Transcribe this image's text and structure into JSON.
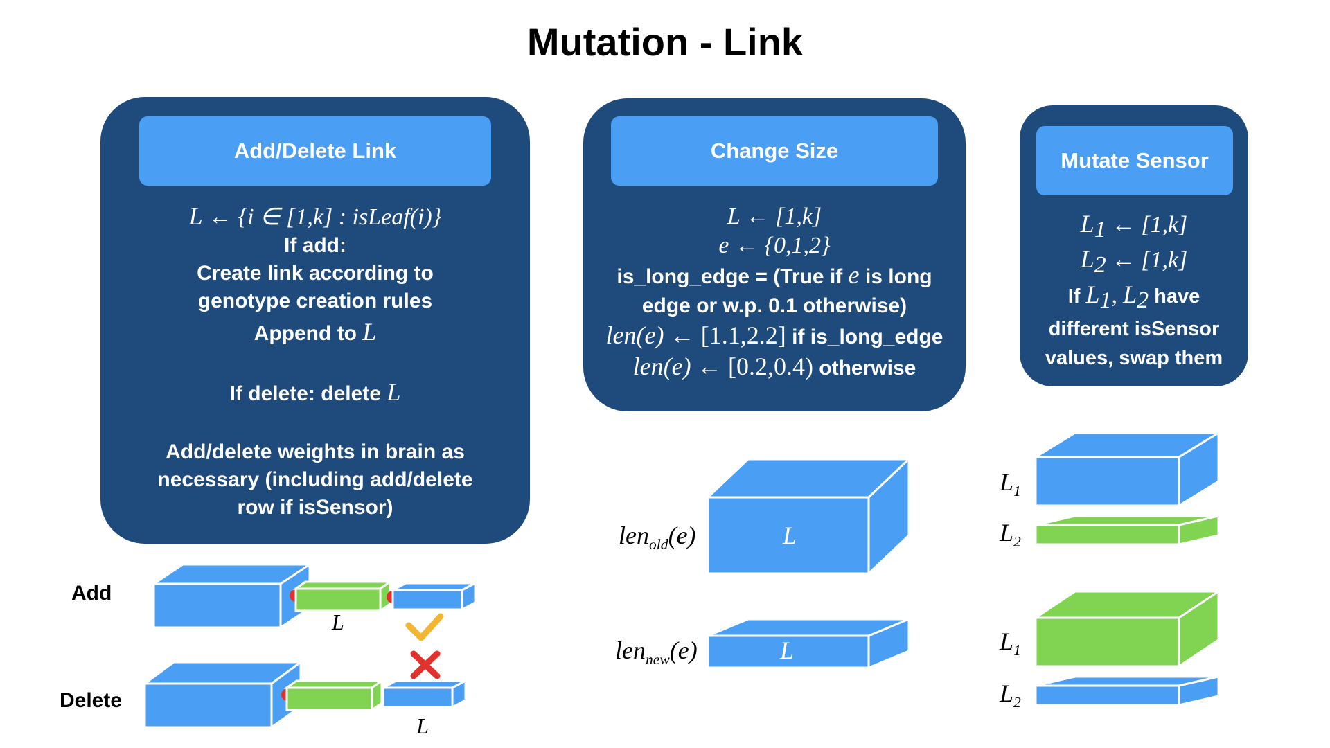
{
  "title": "Mutation - Link",
  "panel_add_delete": {
    "header": "Add/Delete Link",
    "eq1_L": "L",
    "eq1_rest": "← {i ∈ [1,k] : isLeaf(i)}",
    "if_add": "If add:",
    "create1": "Create link according to",
    "create2": "genotype creation rules",
    "append": "Append to",
    "append_var": "L",
    "if_delete": "If delete: delete",
    "delete_var": "L",
    "weights1": "Add/delete weights in brain as",
    "weights2": "necessary (including add/delete",
    "weights3": "row if isSensor)"
  },
  "panel_change_size": {
    "header": "Change Size",
    "eq1": "L ← [1,k]",
    "eq2": "e ← {0,1,2}",
    "is_long_1a": "is_long_edge = (True if",
    "is_long_1b": "e",
    "is_long_1c": "is long",
    "is_long_2": "edge or w.p. 0.1 otherwise)",
    "len1_a": "len(e)",
    "len1_b": "← [1.1,2.2]",
    "len1_c": "if is_long_edge",
    "len2_a": "len(e)",
    "len2_b": "← [0.2,0.4)",
    "len2_c": "otherwise"
  },
  "panel_mutate_sensor": {
    "header": "Mutate Sensor",
    "eq1_L": "L",
    "eq1_sub": "1",
    "eq1_rest": "← [1,k]",
    "eq2_L": "L",
    "eq2_sub": "2",
    "eq2_rest": "← [1,k]",
    "if_a": "If",
    "if_L1": "L",
    "if_L1_sub": "1",
    "if_comma": ",",
    "if_L2": "L",
    "if_L2_sub": "2",
    "if_b": "have",
    "line2": "different isSensor",
    "line3": "values, swap them"
  },
  "illustration": {
    "add_label": "Add",
    "delete_label": "Delete",
    "add_L": "L",
    "delete_L": "L",
    "len_old_a": "len",
    "len_old_sub": "old",
    "len_old_b": "(e)",
    "len_new_a": "len",
    "len_new_sub": "new",
    "len_new_b": "(e)",
    "box_old_L": "L",
    "box_new_L": "L",
    "sensor_top_L1": "L",
    "sensor_top_L1_sub": "1",
    "sensor_top_L2": "L",
    "sensor_top_L2_sub": "2",
    "sensor_bot_L1": "L",
    "sensor_bot_L1_sub": "1",
    "sensor_bot_L2": "L",
    "sensor_bot_L2_sub": "2"
  },
  "colors": {
    "panel": "#1f4a7c",
    "header": "#4a9ff5",
    "blue_box": "#4a9ff5",
    "green_box": "#80d452",
    "joint": "#e0322c",
    "check": "#f2b632",
    "cross": "#e0322c"
  }
}
